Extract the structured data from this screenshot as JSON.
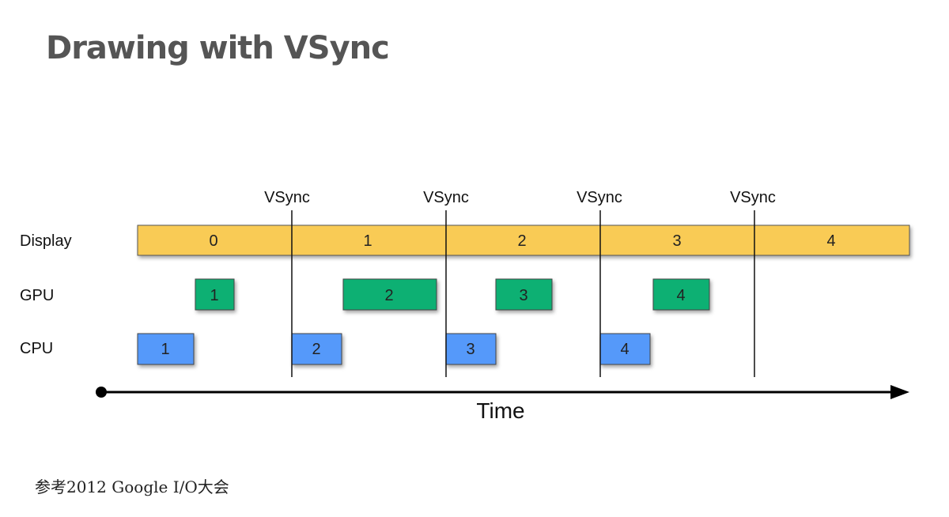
{
  "title": "Drawing with VSync",
  "rows": {
    "display": "Display",
    "gpu": "GPU",
    "cpu": "CPU"
  },
  "vsync_label": "VSync",
  "display_frames": [
    "0",
    "1",
    "2",
    "3",
    "4"
  ],
  "gpu_frames": [
    "1",
    "2",
    "3",
    "4"
  ],
  "cpu_frames": [
    "1",
    "2",
    "3",
    "4"
  ],
  "axis_label": "Time",
  "footnote": "参考2012 Google I/O大会",
  "colors": {
    "display": "#f9cb55",
    "gpu": "#11b073",
    "cpu": "#5599fa",
    "title": "#555555"
  }
}
